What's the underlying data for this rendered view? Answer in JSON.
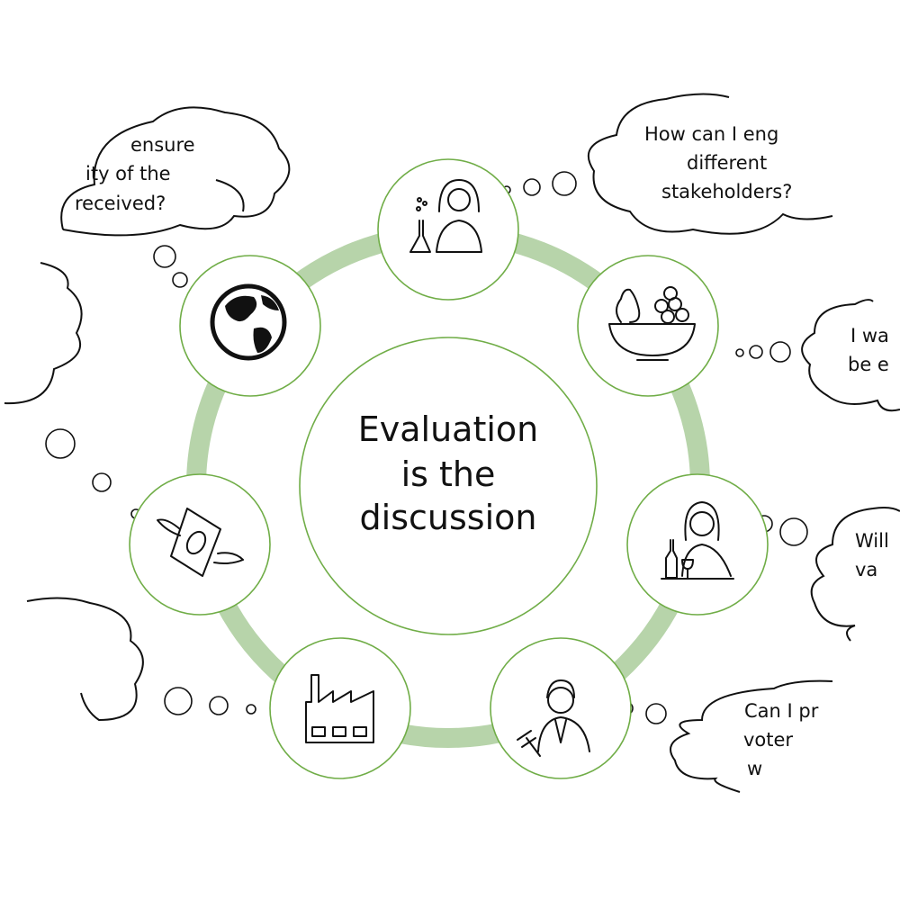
{
  "center": {
    "lines": [
      "Evaluation",
      "is the",
      "discussion"
    ]
  },
  "colors": {
    "ring": "#b7d4aa",
    "node_border": "#70ad47",
    "text": "#111111"
  },
  "nodes": [
    {
      "name": "scientist",
      "icon": "scientist-icon"
    },
    {
      "name": "fruit-bowl",
      "icon": "fruit-bowl-icon"
    },
    {
      "name": "winemaker",
      "icon": "winemaker-icon"
    },
    {
      "name": "politician",
      "icon": "politician-gavel-icon"
    },
    {
      "name": "factory",
      "icon": "factory-icon"
    },
    {
      "name": "money",
      "icon": "flying-money-icon"
    },
    {
      "name": "globe",
      "icon": "globe-icon"
    }
  ],
  "thoughts": {
    "top_left": [
      "ensure",
      "ity of the",
      "received?"
    ],
    "top_right": [
      "How can I eng",
      "different",
      "stakeholders?"
    ],
    "right_upper": [
      "I wa",
      "be e"
    ],
    "right_middle": [
      "Will",
      "va"
    ],
    "bottom_right": [
      "Can I pr",
      "voter",
      "w"
    ]
  }
}
